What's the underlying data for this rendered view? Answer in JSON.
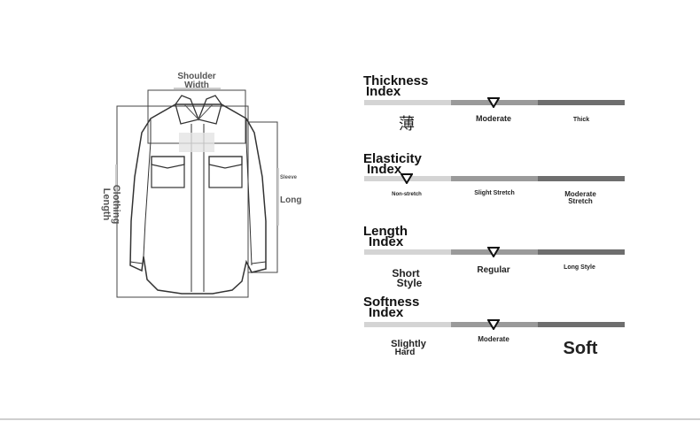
{
  "measurements": {
    "shoulder": [
      "Shoulder",
      "Width"
    ],
    "clothing_length": [
      "Clothing",
      "Length"
    ],
    "sleeve": "Sleeve",
    "long": "Long"
  },
  "indices": [
    {
      "title": [
        "Thickness",
        "Index"
      ],
      "labels": [
        "薄",
        "Moderate",
        "Thick"
      ],
      "selected": "Moderate"
    },
    {
      "title": [
        "Elasticity",
        "Index"
      ],
      "labels": [
        "Non-stretch",
        "Slight Stretch",
        "Moderate Stretch"
      ],
      "labels_lines": [
        [
          "Non-stretch"
        ],
        [
          "Slight Stretch"
        ],
        [
          "Moderate",
          "Stretch"
        ]
      ],
      "selected": "Non-stretch"
    },
    {
      "title": [
        "Length",
        "Index"
      ],
      "labels": [
        "Short Style",
        "Regular",
        "Long Style"
      ],
      "labels_lines": [
        [
          "Short",
          "Style"
        ],
        [
          "Regular"
        ],
        [
          "Long Style"
        ]
      ],
      "selected": "Regular"
    },
    {
      "title": [
        "Softness",
        "Index"
      ],
      "labels": [
        "Slightly Hard",
        "Moderate",
        "Soft"
      ],
      "labels_lines": [
        [
          "Slightly",
          "Hard"
        ],
        [
          "Moderate"
        ],
        [
          "Soft"
        ]
      ],
      "selected": "Moderate"
    }
  ]
}
